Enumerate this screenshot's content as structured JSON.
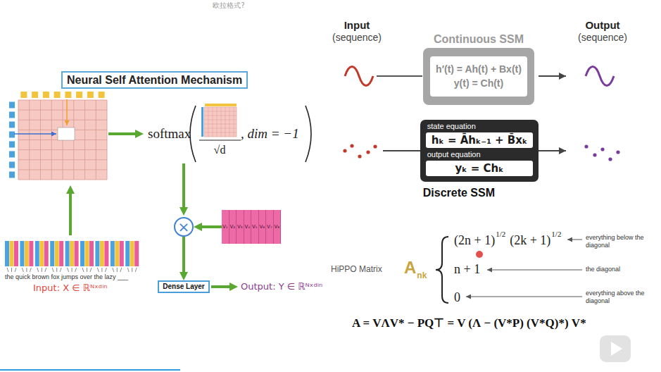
{
  "diagram": {
    "nodes": [
      {
        "text": [
          "Neural Self Attention Mechanism"
        ]
      },
      {
        "text": [
          "×"
        ]
      },
      {
        "text": [
          "V₁",
          "V₂",
          "V₃",
          "V₄",
          "V₅",
          "V₆",
          "V₇",
          "V₈"
        ]
      },
      {
        "text": [
          "Dense Layer"
        ]
      },
      {
        "text": [
          "Continuous SSM"
        ]
      },
      {
        "text": [
          "h′(t) = Ah(t) + Bx(t)",
          "y(t) = Ch(t)"
        ],
        "in": 4
      },
      {
        "text": [
          "Discrete SSM"
        ]
      },
      {
        "text": [
          "state equation",
          "hₖ = Āhₖ₋₁ + B̄xₖ"
        ],
        "in": 6
      },
      {
        "text": [
          "output equation",
          "yₖ = Chₖ"
        ],
        "in": 6
      }
    ],
    "edges": [
      {
        "from": 2,
        "to": 1,
        "arrow": "to"
      },
      {
        "from": 1,
        "to": 3,
        "arrow": "to"
      }
    ],
    "labels": [
      "欧拉格式?",
      "softmax",
      "√d",
      ", dim = −1",
      "the quick brown fox jumps over the lazy ___",
      "Input: X ∈ ℝᴺˣᵈⁱⁿ",
      "Output: Y ∈ ℝᴺˣᵈⁱⁿ",
      "Input",
      "(sequence)",
      "Output",
      "(sequence)",
      "HiPPO Matrix",
      "A",
      "nk",
      "(2n + 1)",
      "1/2",
      "(2k + 1)",
      "1/2",
      "everything below the diagonal",
      "n + 1",
      "the diagonal",
      "0",
      "everything above the diagonal",
      "A = VΛV* − PQ⊤ = V (Λ − (V*P) (V*Q)*) V*"
    ]
  }
}
